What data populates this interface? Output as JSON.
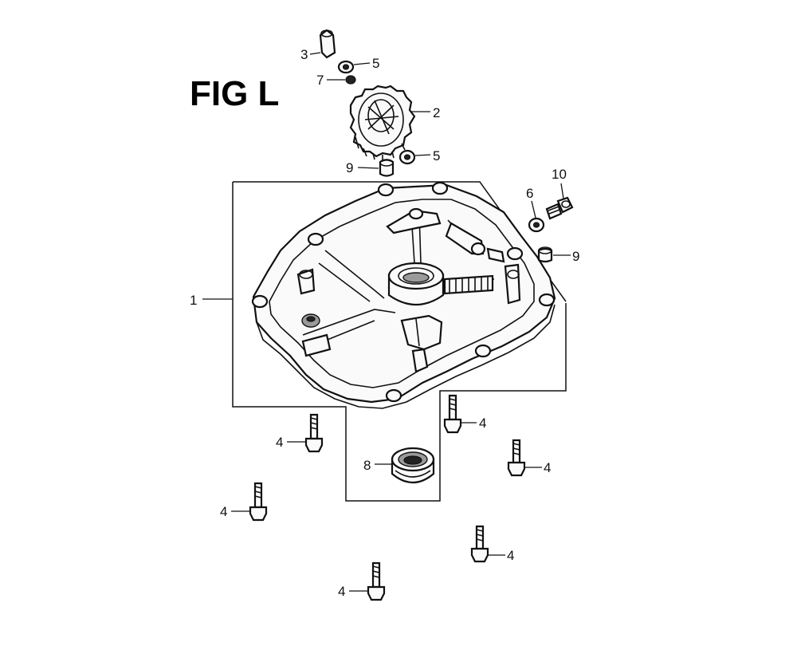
{
  "figure": {
    "title": "FIG L",
    "callouts": {
      "c1": "1",
      "c2": "2",
      "c3": "3",
      "c5a": "5",
      "c5b": "5",
      "c6": "6",
      "c7": "7",
      "c8": "8",
      "c9a": "9",
      "c9b": "9",
      "c10": "10",
      "c4a": "4",
      "c4b": "4",
      "c4c": "4",
      "c4d": "4",
      "c4e": "4",
      "c4f": "4"
    }
  }
}
